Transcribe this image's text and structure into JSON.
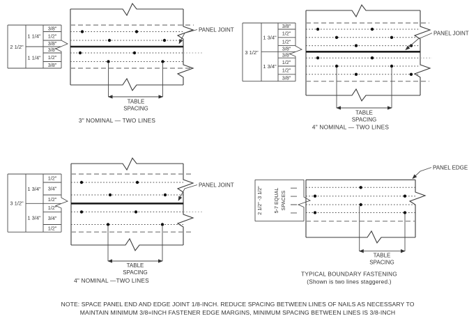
{
  "colors": {
    "ink": "#333333",
    "edge_dash": "#8f8f8f",
    "nail": "#111111"
  },
  "d1": {
    "caption": "3\" NOMINAL — TWO LINES",
    "dim_overall": "2 1/2\"",
    "dim_half1": "1 1/4\"",
    "dim_half2": "1 1/4\"",
    "sub_dims": [
      "3/8\"",
      "1/2\"",
      "3/8\"",
      "3/8\"",
      "1/2\"",
      "3/8\""
    ],
    "panel_joint_label": "PANEL JOINT",
    "table_spacing_line1": "TABLE",
    "table_spacing_line2": "SPACING"
  },
  "d2": {
    "caption": "4\" NOMINAL — TWO LINES",
    "dim_overall": "3 1/2\"",
    "dim_half1": "1 3/4\"",
    "dim_half2": "1 3/4\"",
    "sub_dims": [
      "3/8\"",
      "1/2\"",
      "1/2\"",
      "3/8\"",
      "3/8\"",
      "1/2\"",
      "1/2\"",
      "3/8\""
    ],
    "panel_joint_label": "PANEL JOINT",
    "table_spacing_line1": "TABLE",
    "table_spacing_line2": "SPACING"
  },
  "d3": {
    "caption": "4\" NOMINAL —TWO LINES",
    "dim_overall": "3 1/2\"",
    "dim_half1": "1 3/4\"",
    "dim_half2": "1 3/4\"",
    "sub_dims": [
      "1/2\"",
      "3/4\"",
      "1/2\"",
      "1/2\"",
      "3/4\"",
      "1/2\""
    ],
    "panel_joint_label": "PANEL JOINT",
    "table_spacing_line1": "TABLE",
    "table_spacing_line2": "SPACING"
  },
  "d4": {
    "caption_line1": "TYPICAL BOUNDARY FASTENING",
    "caption_line2": "(Shown is two lines staggered.)",
    "dim_range": "2 1/2\" -3 1/2\"",
    "dim_spaces_line1": "5-7 EQUAL",
    "dim_spaces_line2": "SPACES",
    "panel_edge_label": "PANEL EDGE",
    "table_spacing_line1": "TABLE",
    "table_spacing_line2": "SPACING"
  },
  "note": {
    "line1": "NOTE: SPACE PANEL END AND EDGE JOINT 1/8-INCH. REDUCE SPACING BETWEEN LINES OF NAILS AS NECESSARY TO",
    "line2": "MAINTAIN MINIMUM 3/8=INCH FASTENER EDGE MARGINS, MINIMUM SPACING BETWEEN LINES IS 3/8-INCH"
  }
}
